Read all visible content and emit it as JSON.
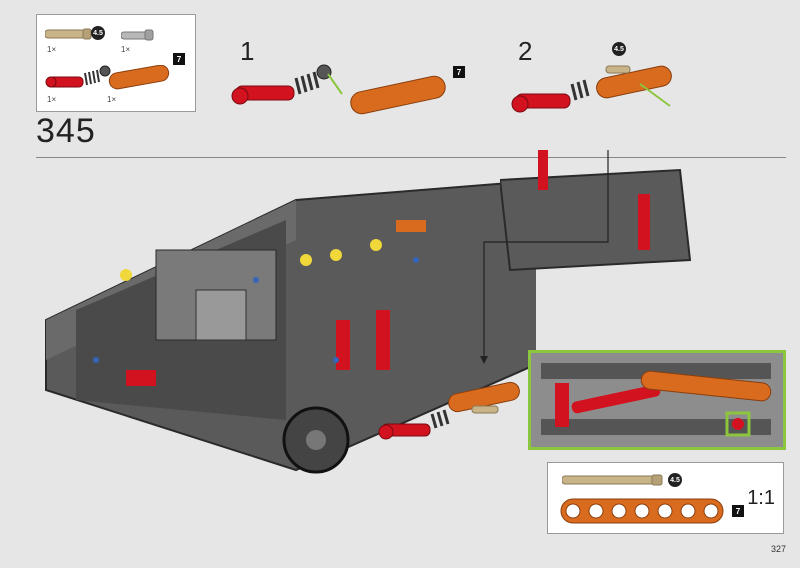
{
  "parts_list": {
    "items": [
      {
        "icon": "axle-pin-tan-icon",
        "qty": "1×",
        "length": "4.5"
      },
      {
        "icon": "axle-pin-gray-icon",
        "qty": "1×"
      },
      {
        "icon": "shock-absorber-red-icon",
        "qty": "1×"
      },
      {
        "icon": "beam-orange-icon",
        "qty": "1×",
        "length": "7"
      }
    ]
  },
  "substeps": [
    {
      "label": "1",
      "beam_length": "7"
    },
    {
      "label": "2",
      "pin_length": "4.5"
    }
  ],
  "step_number": "345",
  "reference": {
    "pin_length": "4.5",
    "beam_length": "7",
    "scale": "1:1"
  },
  "page_number": "327",
  "colors": {
    "red": "#d3121f",
    "orange": "#d96b1e",
    "tan": "#c9b48a",
    "dark_gray": "#3c3c3c",
    "green": "#8cc63f"
  }
}
